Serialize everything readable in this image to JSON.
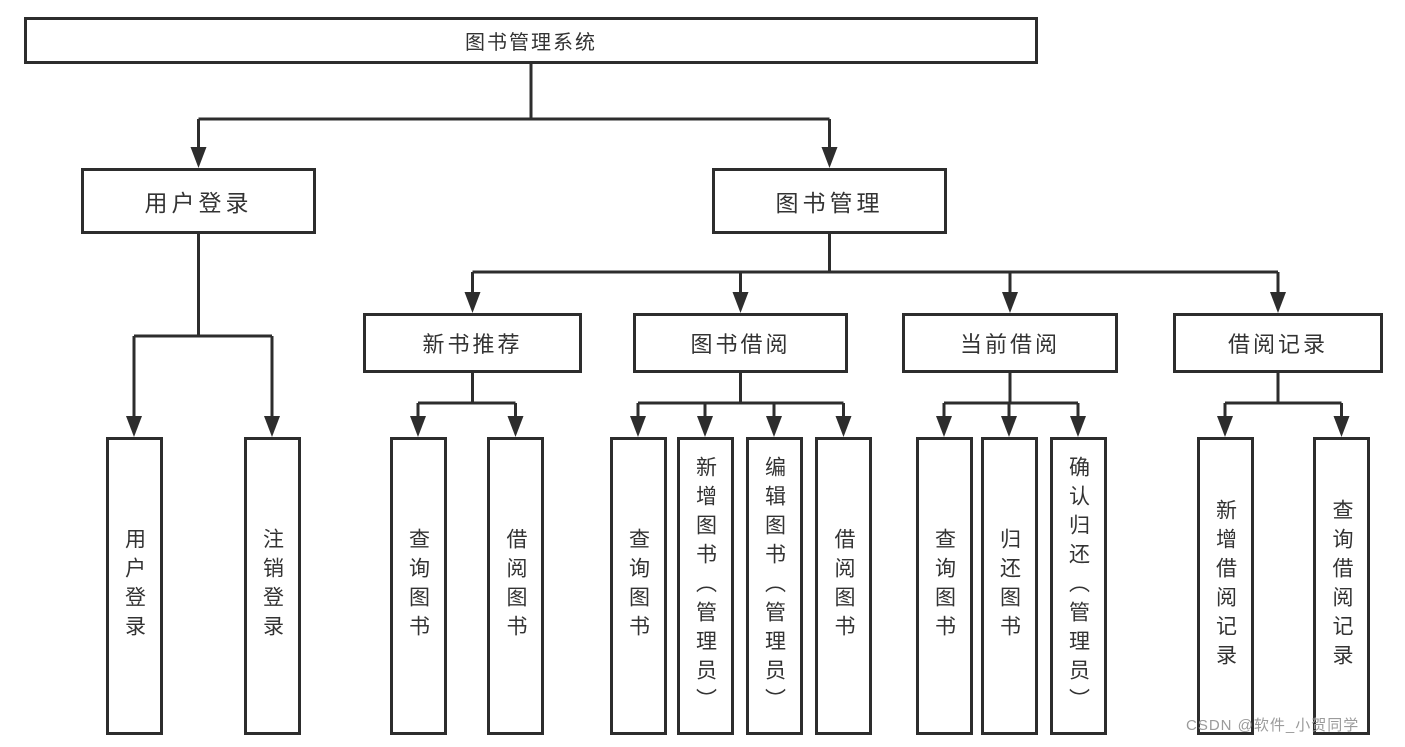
{
  "nodes": {
    "root": "图书管理系统",
    "user_login": "用户登录",
    "book_management": "图书管理",
    "new_book_recommend": "新书推荐",
    "book_borrowing": "图书借阅",
    "current_borrowing": "当前借阅",
    "borrowing_records": "借阅记录",
    "leaf_user_login": "用户登录",
    "leaf_logout": "注销登录",
    "leaf_query_books_a": "查询图书",
    "leaf_borrow_books_a": "借阅图书",
    "leaf_query_books_b": "查询图书",
    "leaf_add_book_admin": "新增图书（管理员）",
    "leaf_edit_book_admin": "编辑图书（管理员）",
    "leaf_borrow_books_b": "借阅图书",
    "leaf_query_books_c": "查询图书",
    "leaf_return_book": "归还图书",
    "leaf_confirm_return_admin": "确认归还（管理员）",
    "leaf_add_borrow_record": "新增借阅记录",
    "leaf_query_borrow_record": "查询借阅记录"
  },
  "structure": {
    "图书管理系统": {
      "用户登录": [
        "用户登录",
        "注销登录"
      ],
      "图书管理": {
        "新书推荐": [
          "查询图书",
          "借阅图书"
        ],
        "图书借阅": [
          "查询图书",
          "新增图书（管理员）",
          "编辑图书（管理员）",
          "借阅图书"
        ],
        "当前借阅": [
          "查询图书",
          "归还图书",
          "确认归还（管理员）"
        ],
        "借阅记录": [
          "新增借阅记录",
          "查询借阅记录"
        ]
      }
    }
  },
  "watermark": "CSDN @软件_小贺同学",
  "colors": {
    "line": "#2d2d2d",
    "box_border": "#2d2d2d",
    "text": "#333333",
    "watermark": "#9b9b9b",
    "background": "#ffffff"
  }
}
